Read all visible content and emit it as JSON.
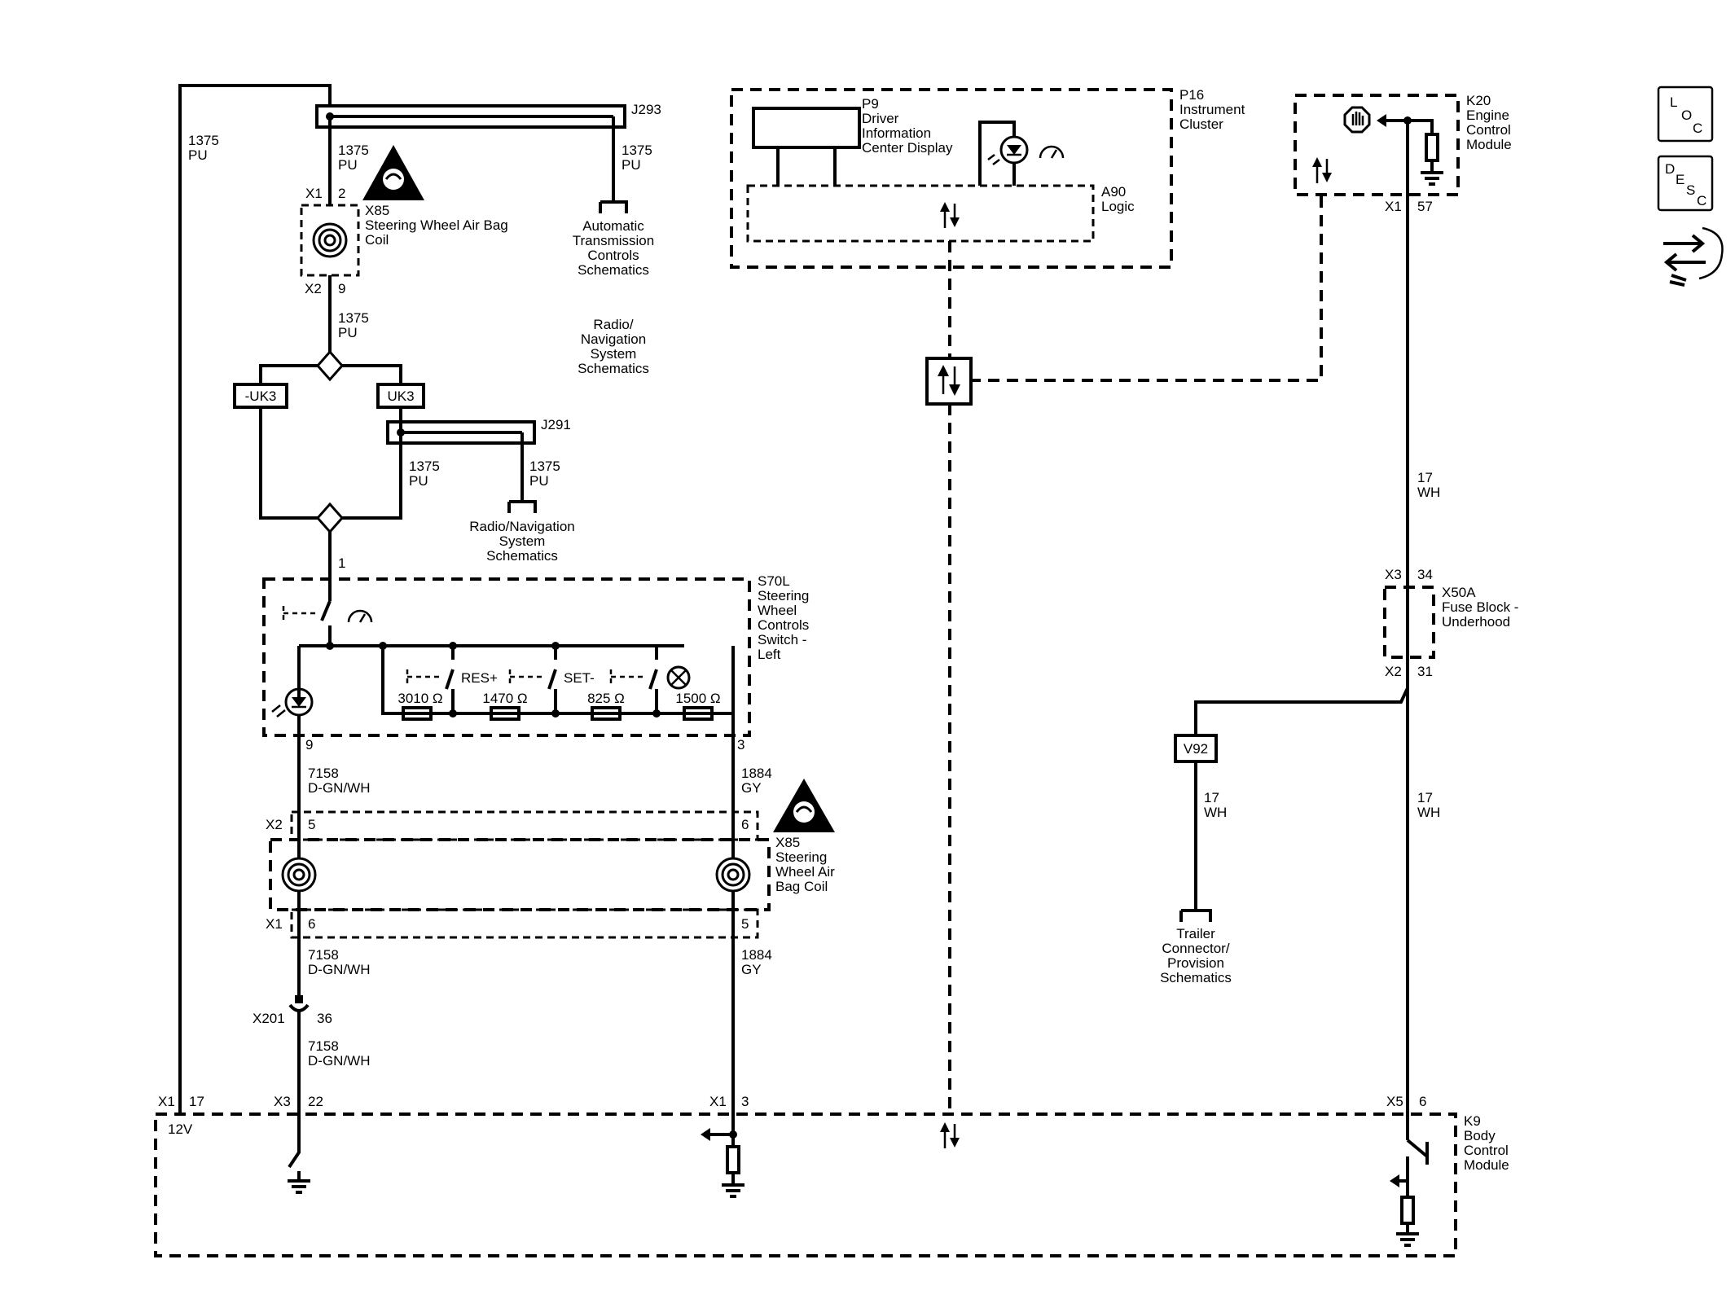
{
  "nav": {
    "loc": {
      "l1": "L",
      "l2": "O",
      "l3": "C"
    },
    "desc": {
      "l1": "D",
      "l2": "E",
      "l3": "S",
      "l4": "C"
    },
    "connector_icon": "connector-end-view-icon"
  },
  "j293": {
    "label": "J293",
    "left_wire": [
      "1375",
      "PU"
    ],
    "right_wire": [
      "1375",
      "PU"
    ],
    "ref": [
      "Automatic",
      "Transmission",
      "Controls",
      "Schematics"
    ]
  },
  "main_wire": [
    "1375",
    "PU"
  ],
  "x85_top": {
    "x1": "X1",
    "pin_top": "2",
    "x2": "X2",
    "pin_bot": "9",
    "name": [
      "X85",
      "Steering Wheel Air Bag",
      "Coil"
    ],
    "wire_below": [
      "1375",
      "PU"
    ]
  },
  "radio_ref_top": [
    "Radio/",
    "Navigation",
    "System",
    "Schematics"
  ],
  "options": {
    "left": "-UK3",
    "right": "UK3"
  },
  "j291": {
    "label": "J291",
    "left_wire": [
      "1375",
      "PU"
    ],
    "right_wire": [
      "1375",
      "PU"
    ],
    "ref": [
      "Radio/Navigation",
      "System",
      "Schematics"
    ]
  },
  "s70l": {
    "name": [
      "S70L",
      "Steering",
      "Wheel",
      "Controls",
      "Switch -",
      "Left"
    ],
    "pin_top": "1",
    "pin_left": "9",
    "pin_right": "3",
    "switches": [
      "RES+",
      "SET-"
    ],
    "resistors": [
      "3010 Ω",
      "1470 Ω",
      "825 Ω",
      "1500 Ω"
    ]
  },
  "wire_7158": [
    "7158",
    "D-GN/WH"
  ],
  "wire_1884": [
    "1884",
    "GY"
  ],
  "x85_bot": {
    "x2": "X2",
    "x1": "X1",
    "pin_l_top": "5",
    "pin_r_top": "6",
    "pin_l_bot": "6",
    "pin_r_bot": "5",
    "name": [
      "X85",
      "Steering",
      "Wheel Air",
      "Bag Coil"
    ]
  },
  "x201": {
    "label": "X201",
    "pin": "36"
  },
  "k9": {
    "name": [
      "K9",
      "Body",
      "Control",
      "Module"
    ],
    "v12": "12V",
    "c1": {
      "conn": "X1",
      "pin": "17"
    },
    "c2": {
      "conn": "X3",
      "pin": "22"
    },
    "c3": {
      "conn": "X1",
      "pin": "3"
    },
    "c4": {
      "conn": "X5",
      "pin": "6"
    }
  },
  "p16": {
    "name": [
      "P16",
      "Instrument",
      "Cluster"
    ],
    "p9": [
      "P9",
      "Driver",
      "Information",
      "Center Display"
    ],
    "a90": [
      "A90",
      "Logic"
    ]
  },
  "k20": {
    "name": [
      "K20",
      "Engine",
      "Control",
      "Module"
    ],
    "conn": "X1",
    "pin": "57"
  },
  "wire_17": [
    "17",
    "WH"
  ],
  "x50a": {
    "name": [
      "X50A",
      "Fuse Block -",
      "Underhood"
    ],
    "x3": "X3",
    "pin_top": "34",
    "x2": "X2",
    "pin_bot": "31"
  },
  "v92": {
    "label": "V92",
    "wire": [
      "17",
      "WH"
    ],
    "ref": [
      "Trailer",
      "Connector/",
      "Provision",
      "Schematics"
    ]
  }
}
